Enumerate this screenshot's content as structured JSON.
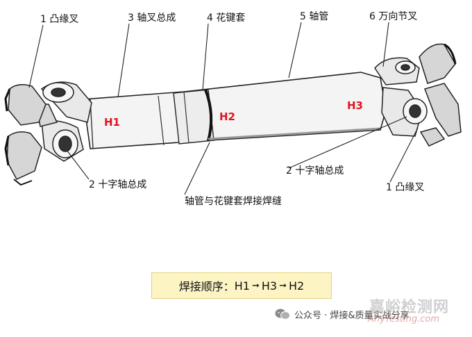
{
  "labels": {
    "flange_yoke_left": "1 凸缘叉",
    "yoke_assembly": "3 轴叉总成",
    "spline_sleeve": "4 花键套",
    "tube": "5 轴管",
    "universal_joint_yoke": "6 万向节叉",
    "cross_shaft_left": "2 十字轴总成",
    "cross_shaft_right": "2 十字轴总成",
    "flange_yoke_right": "1 凸缘叉",
    "weld_seam": "轴管与花键套焊接焊缝"
  },
  "weld_points": {
    "h1": "H1",
    "h2": "H2",
    "h3": "H3"
  },
  "sequence": {
    "prefix": "焊接顺序：",
    "step1": "H1",
    "step2": "H3",
    "step3": "H2"
  },
  "footer": {
    "text": "公众号 · 焊接&质量实战分享"
  },
  "watermark": {
    "main": "嘉峪检测网",
    "sub": "AnyTesting.com"
  },
  "colors": {
    "weld_label": "#e0141e",
    "weld_ring": "#111111",
    "sequence_bg": "#fdf4c4"
  }
}
